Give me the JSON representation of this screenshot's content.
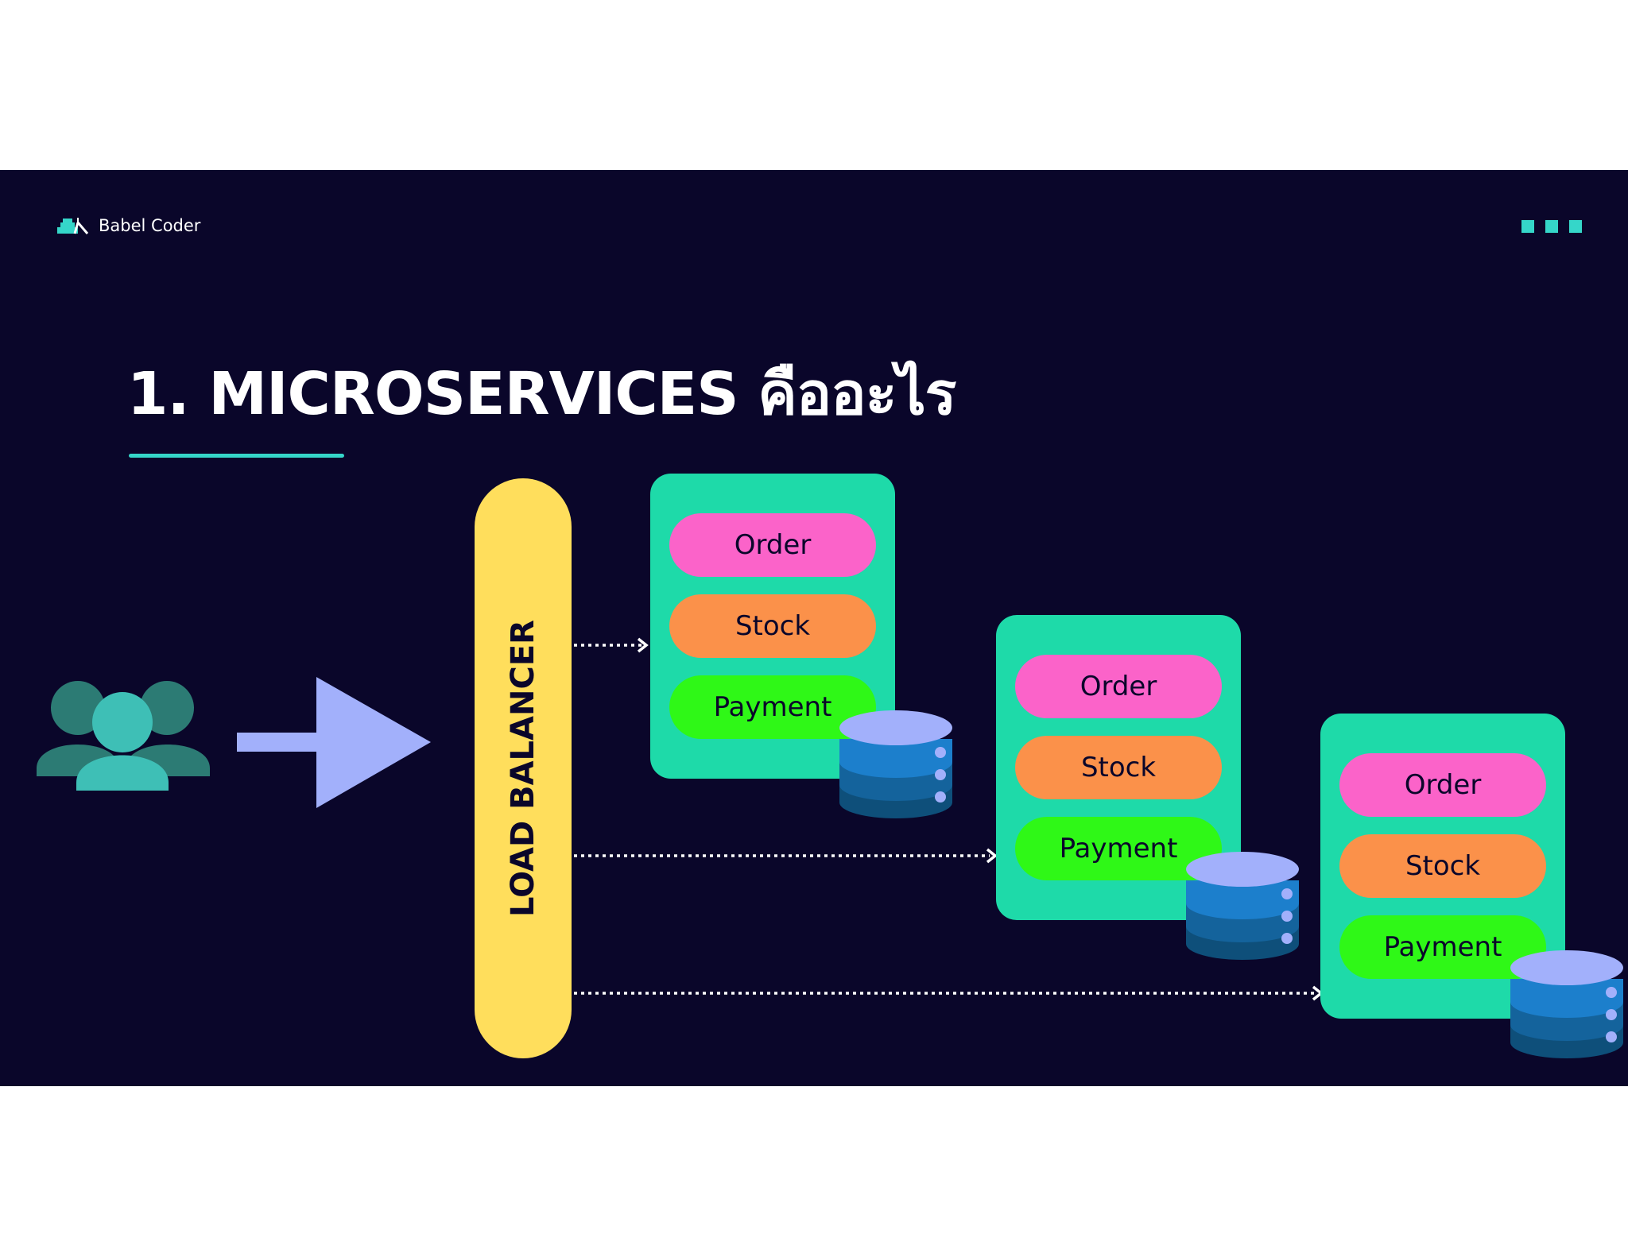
{
  "brand": {
    "name": "Babel Coder",
    "icon": "babel-coder-logo-icon"
  },
  "title": "1. MICROSERVICES คืออะไร",
  "load_balancer": {
    "label": "LOAD BALANCER"
  },
  "users_icon": "users-group-icon",
  "arrow_icon": "right-arrow-icon",
  "database_icon": "database-icon",
  "instances": [
    {
      "services": [
        "Order",
        "Stock",
        "Payment"
      ]
    },
    {
      "services": [
        "Order",
        "Stock",
        "Payment"
      ]
    },
    {
      "services": [
        "Order",
        "Stock",
        "Payment"
      ]
    }
  ],
  "colors": {
    "background": "#0a062a",
    "accent": "#35d6c9",
    "load_balancer": "#ffde5c",
    "card": "#1edaa9",
    "order": "#fb63c9",
    "stock": "#fb914a",
    "payment": "#2ff817",
    "arrow": "#a2b0fb"
  }
}
